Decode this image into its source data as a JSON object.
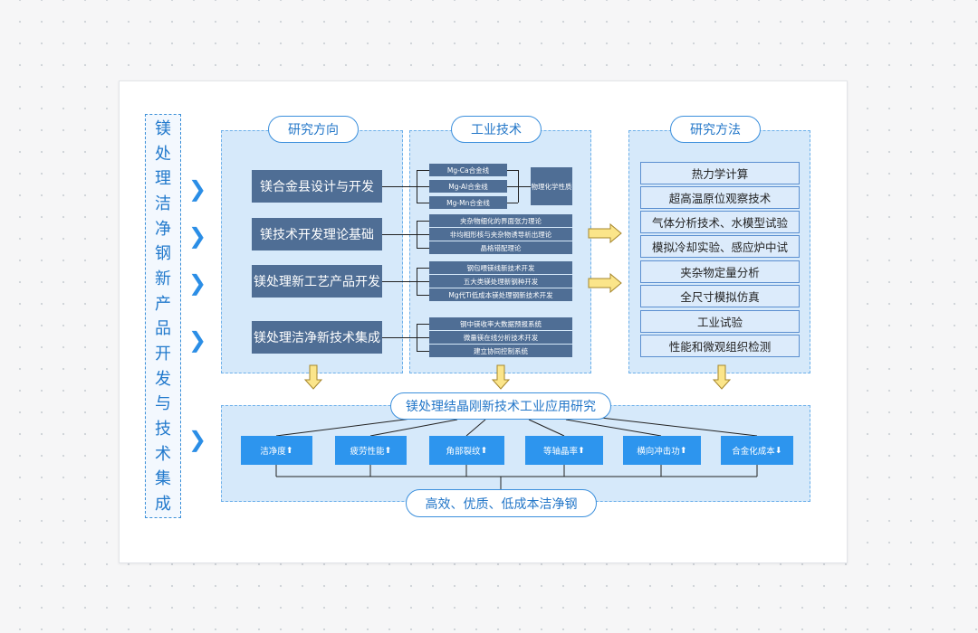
{
  "vertical_title": "镁处理洁净钢新产品开发与技术集成",
  "sections": {
    "research_direction": {
      "title": "研究方向",
      "items": [
        "镁合金县设计与开发",
        "镁技术开发理论基础",
        "镁处理新工艺产品开发",
        "镁处理洁净新技术集成"
      ]
    },
    "industrial_tech": {
      "title": "工业技术",
      "group1": [
        "Mg-Ca合金线",
        "Mg-Al合金线",
        "Mg-Mn合金线"
      ],
      "group1_side": "物理化学性质",
      "group2": [
        "夹杂物细化的界面张力理论",
        "非均相形核与夹杂物诱导析出理论",
        "晶格错配理论"
      ],
      "group3": [
        "钢包喂镁线新技术开发",
        "五大类镁处理新钢种开发",
        "Mg代Ti低成本镁处理钢新技术开发"
      ],
      "group4": [
        "钢中镁收率大数据预报系统",
        "微量镁在线分析技术开发",
        "建立协同控制系统"
      ]
    },
    "research_method": {
      "title": "研究方法",
      "items": [
        "热力学计算",
        "超高温原位观察技术",
        "气体分析技术、水模型试验",
        "模拟冷却实验、感应炉中试",
        "夹杂物定量分析",
        "全尺寸模拟仿真",
        "工业试验",
        "性能和微观组织检测"
      ]
    },
    "application": {
      "title": "镁处理结晶刚新技术工业应用研究",
      "metrics": [
        "洁净度",
        "疲劳性能",
        "角部裂纹",
        "等轴晶率",
        "横向冲击功",
        "合金化成本"
      ],
      "arrows": [
        "⬆",
        "⬆",
        "⬆",
        "⬆",
        "⬆",
        "⬇"
      ],
      "result": "高效、优质、低成本洁净钢"
    }
  },
  "colors": {
    "accent": "#2b8ee6",
    "panel": "#d6e9fa",
    "dark_box": "#4f6e95",
    "arrow_fill": "#fbe58a"
  }
}
